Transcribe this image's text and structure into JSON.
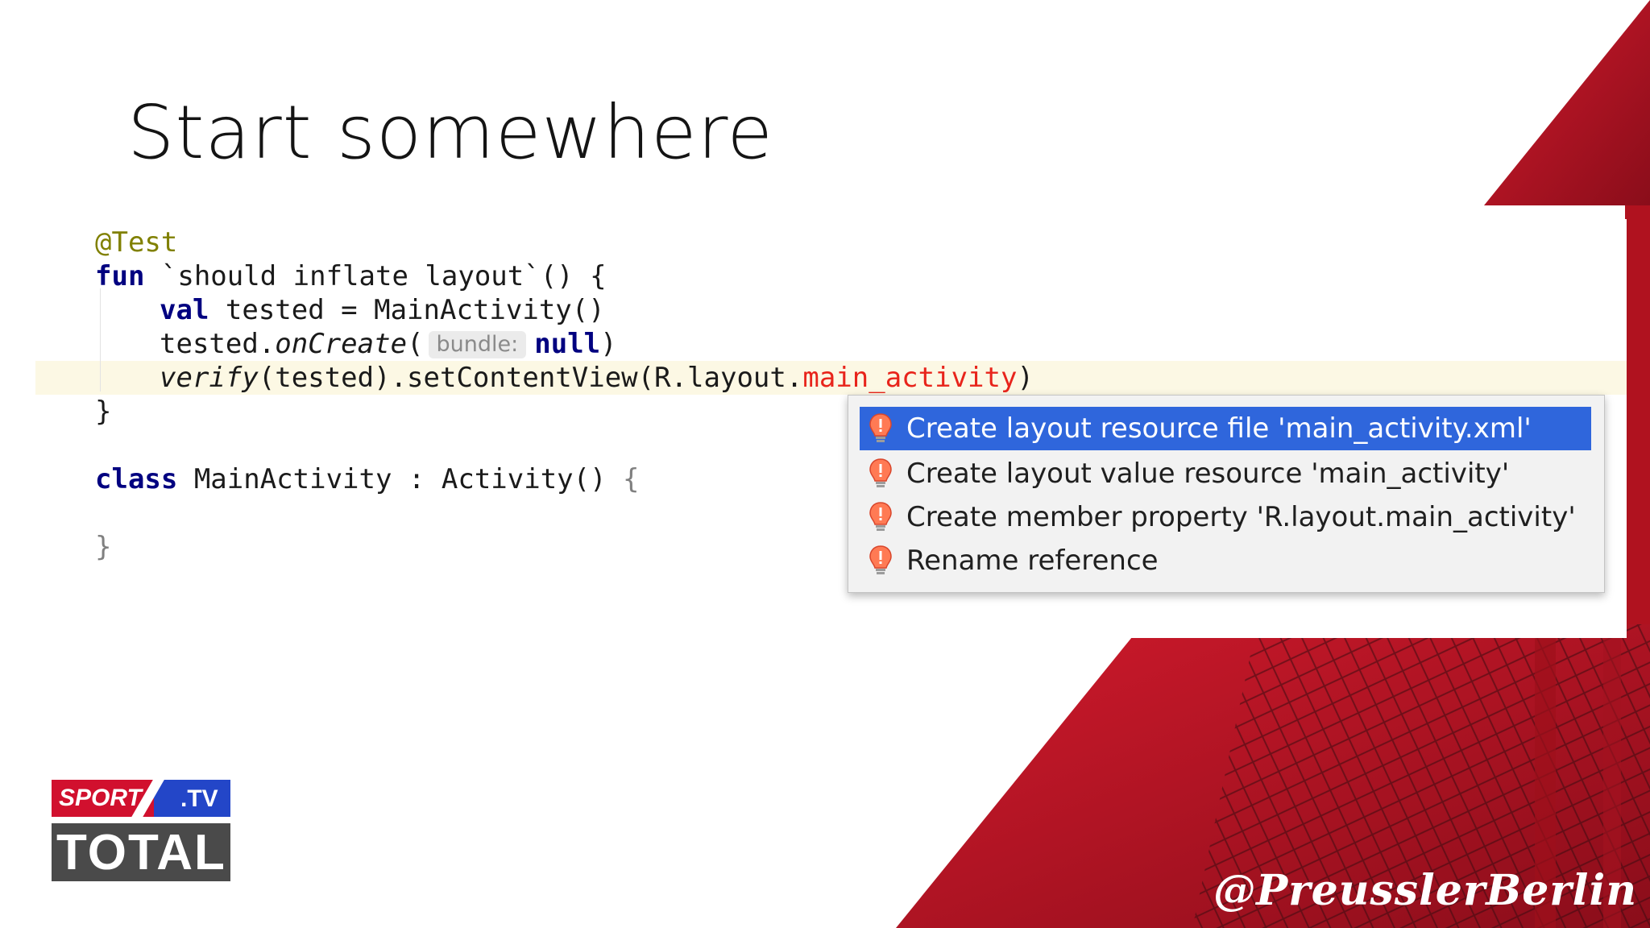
{
  "slide": {
    "title": "Start somewhere",
    "handle": "@PreusslerBerlin"
  },
  "code": {
    "annotation": "@Test",
    "fun_kw": "fun",
    "fun_sig": " `should inflate layout`() {",
    "val_kw": "val",
    "val_rest": " tested = MainActivity()",
    "call_obj": "tested.",
    "call_fn": "onCreate",
    "call_open": "(",
    "hint_label": "bundle:",
    "null_kw": "null",
    "call_close": ")",
    "verify_fn": "verify",
    "verify_mid": "(tested).setContentView(R.layout.",
    "unresolved_ref": "main_activity",
    "verify_close": ")",
    "close_fun": "}",
    "class_kw": "class",
    "class_rest": " MainActivity : Activity() ",
    "class_open": "{",
    "class_close": "}"
  },
  "popup": {
    "items": [
      {
        "label": "Create layout resource file 'main_activity.xml'",
        "icon": "error-bulb-icon",
        "selected": true
      },
      {
        "label": "Create layout value resource 'main_activity'",
        "icon": "error-bulb-icon",
        "selected": false
      },
      {
        "label": "Create member property 'R.layout.main_activity'",
        "icon": "error-bulb-icon",
        "selected": false
      },
      {
        "label": "Rename reference",
        "icon": "error-bulb-icon",
        "selected": false
      }
    ]
  },
  "logo": {
    "sport": "SPORT",
    "tv": ".TV",
    "total": "TOTAL"
  },
  "colors": {
    "brand_red": "#c8102e",
    "selection_blue": "#2f66dc",
    "keyword": "#000080",
    "error": "#e8241b",
    "line_highlight": "#fcf8e4"
  }
}
